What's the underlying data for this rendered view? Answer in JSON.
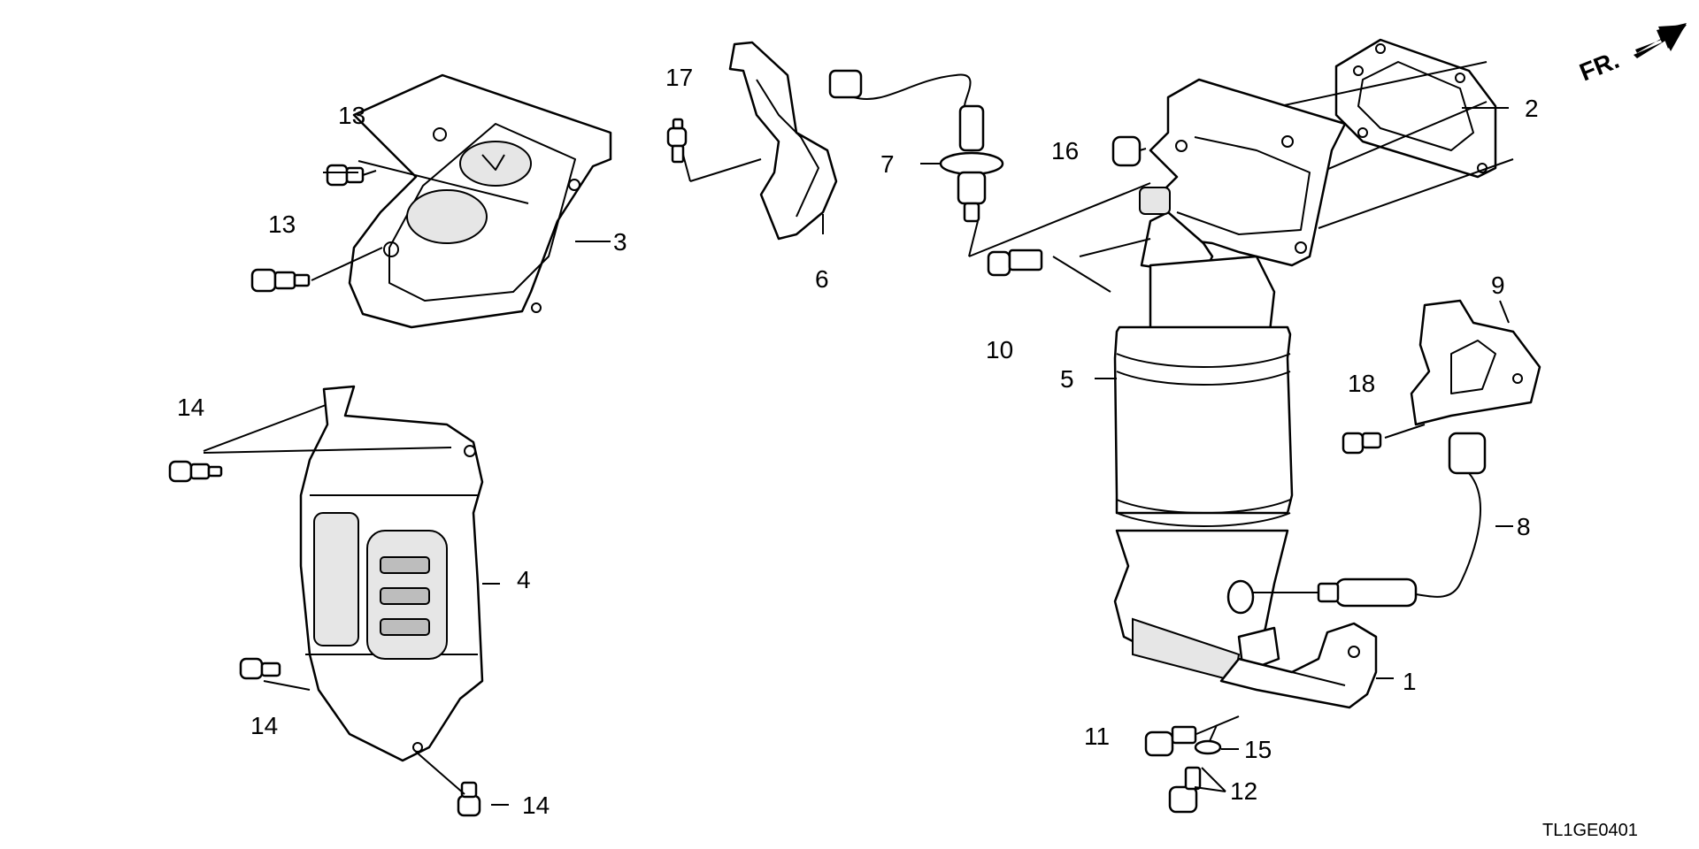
{
  "diagram": {
    "direction_label": "FR.",
    "drawing_code": "TL1GE0401",
    "callouts": {
      "c1": "1",
      "c2": "2",
      "c3": "3",
      "c4": "4",
      "c5": "5",
      "c6": "6",
      "c7": "7",
      "c8": "8",
      "c9": "9",
      "c10": "10",
      "c11": "11",
      "c12": "12",
      "c13a": "13",
      "c13b": "13",
      "c14a": "14",
      "c14b": "14",
      "c14c": "14",
      "c15": "15",
      "c16": "16",
      "c17": "17",
      "c18": "18"
    }
  }
}
